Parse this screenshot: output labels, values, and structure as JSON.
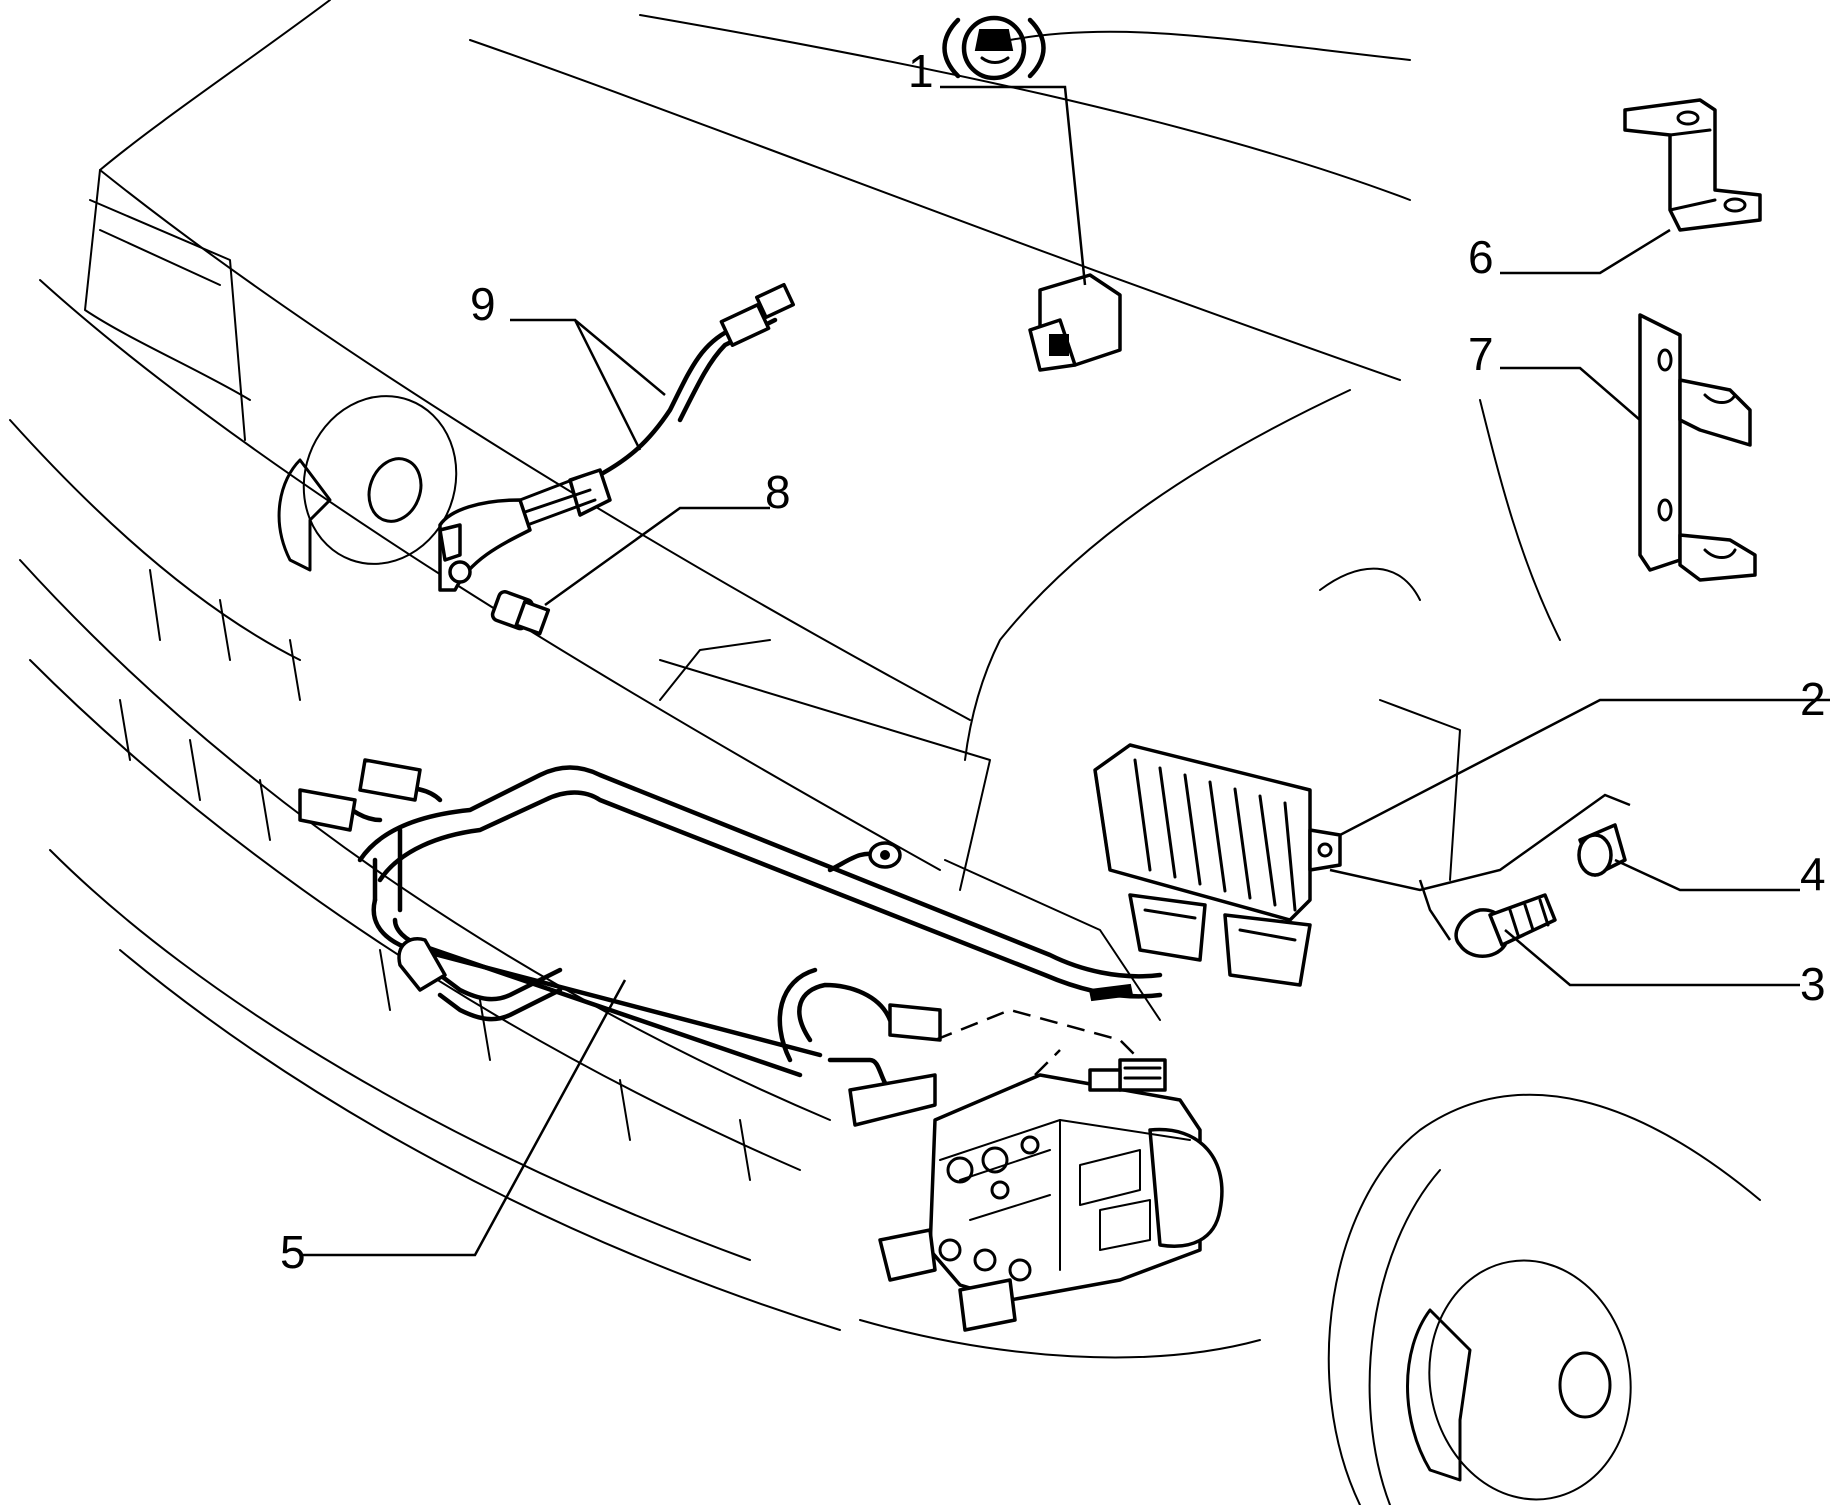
{
  "callouts": [
    {
      "id": "1",
      "label": "1"
    },
    {
      "id": "2",
      "label": "2"
    },
    {
      "id": "3",
      "label": "3"
    },
    {
      "id": "4",
      "label": "4"
    },
    {
      "id": "5",
      "label": "5"
    },
    {
      "id": "6",
      "label": "6"
    },
    {
      "id": "7",
      "label": "7"
    },
    {
      "id": "8",
      "label": "8"
    },
    {
      "id": "9",
      "label": "9"
    }
  ],
  "icons": {
    "part_1_symbol": "abs-warning-icon"
  }
}
